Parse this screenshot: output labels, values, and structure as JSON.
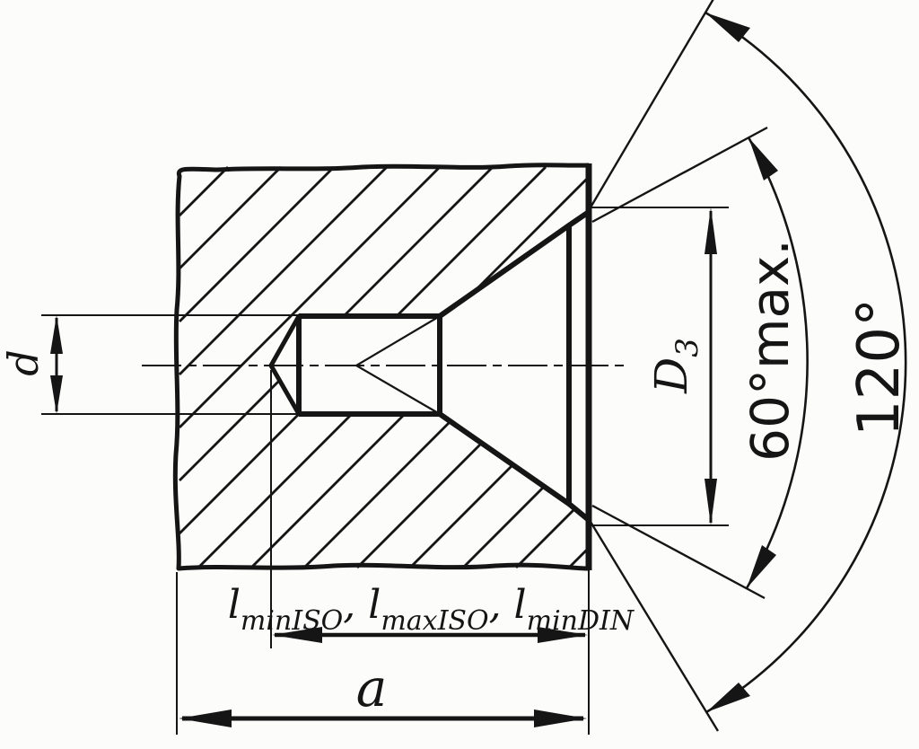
{
  "drawing": {
    "title": "countersunk-hole-section-drawing",
    "colors": {
      "ink": "#151515",
      "paper": "#fcfcfb"
    },
    "labels": {
      "hole_diameter": "d",
      "countersink_diameter_main": "D",
      "countersink_diameter_sub": "3",
      "angle_inner": "60°max.",
      "angle_outer": "120°",
      "depth": "a",
      "length": {
        "b1": "l",
        "s1": "minISO",
        "b2": ", l",
        "s2": "maxISO",
        "b3": ", l",
        "s3": "minDIN"
      }
    }
  }
}
